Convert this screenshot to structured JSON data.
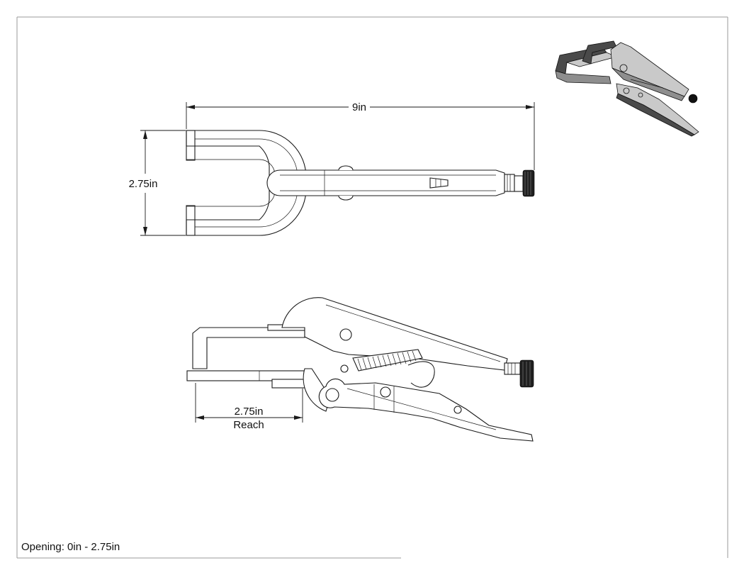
{
  "dimensions": {
    "overall_length": "9in",
    "jaw_width": "2.75in",
    "reach_value": "2.75in",
    "reach_label": "Reach"
  },
  "footer": {
    "opening_spec": "Opening: 0in - 2.75in"
  }
}
